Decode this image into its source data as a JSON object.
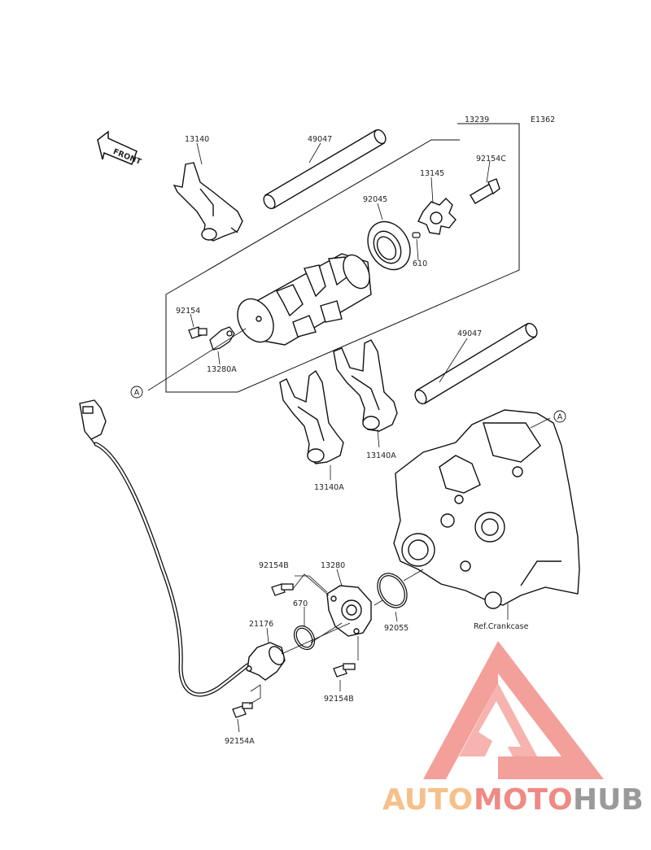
{
  "diagram_code": "E1362",
  "front_label": "FRONT",
  "ref_label": "Ref.Crankcase",
  "callout_a": "A",
  "parts": {
    "p13239": "13239",
    "p13140": "13140",
    "p49047_top": "49047",
    "p92154C": "92154C",
    "p13145": "13145",
    "p92045": "92045",
    "p610": "610",
    "p92154": "92154",
    "p13280A": "13280A",
    "p49047_mid": "49047",
    "p13140A_left": "13140A",
    "p13140A_right": "13140A",
    "p92154B_top": "92154B",
    "p13280": "13280",
    "p670": "670",
    "p21176": "21176",
    "p92055": "92055",
    "p92154B_bot": "92154B",
    "p92154A": "92154A"
  },
  "watermark": {
    "auto": "AUTO",
    "moto": "MOTO",
    "hub": "HUB",
    "colors": {
      "auto": "#f6c08a",
      "moto": "#ef8a84",
      "hub": "#9a9a9a",
      "logo": "#ef8a84"
    }
  }
}
